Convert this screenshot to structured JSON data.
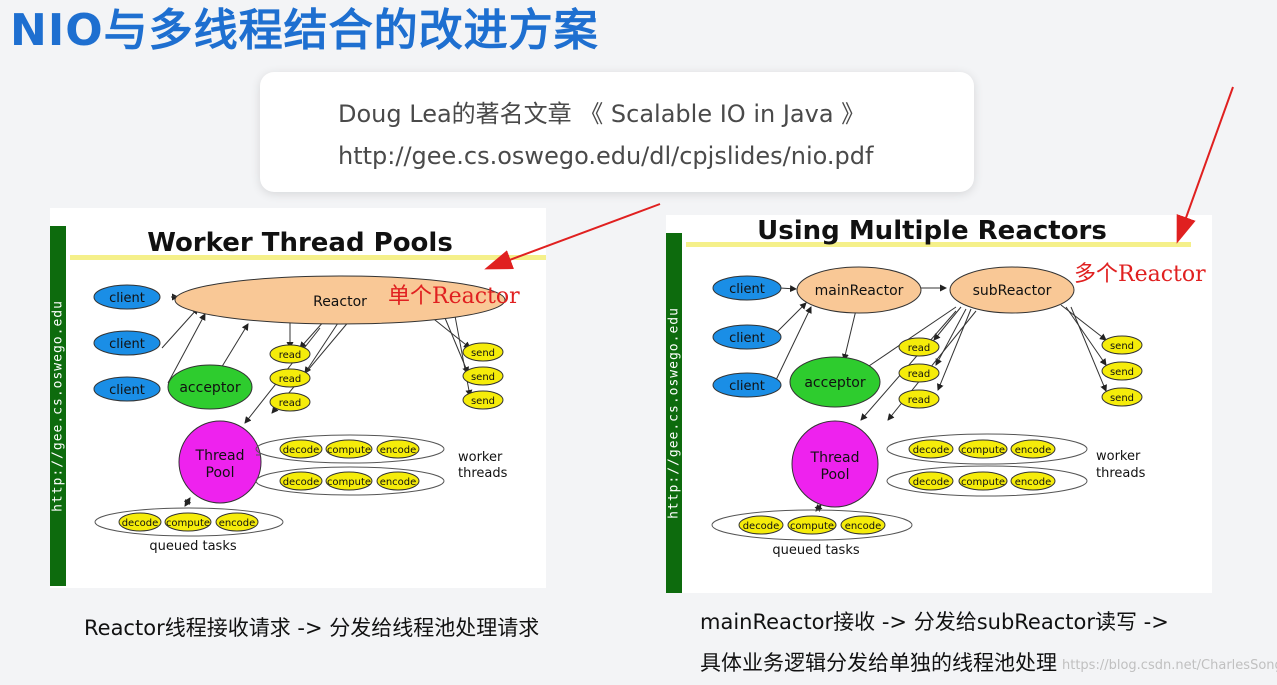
{
  "title": "NIO与多线程结合的改进方案",
  "reference": {
    "line1": "Doug Lea的著名文章 《 Scalable IO in Java 》",
    "line2": "http://gee.cs.oswego.edu/dl/cpjslides/nio.pdf"
  },
  "left_diagram": {
    "title": "Worker Thread Pools",
    "side_text": "http://gee.cs.oswego.edu",
    "clients": [
      "client",
      "client",
      "client"
    ],
    "reactor": "Reactor",
    "acceptor": "acceptor",
    "reads": [
      "read",
      "read",
      "read"
    ],
    "sends": [
      "send",
      "send",
      "send"
    ],
    "pool_line1": "Thread",
    "pool_line2": "Pool",
    "tasks": [
      "decode",
      "compute",
      "encode"
    ],
    "worker_line1": "worker",
    "worker_line2": "threads",
    "queued": "queued tasks"
  },
  "right_diagram": {
    "title": "Using Multiple Reactors",
    "side_text": "http://gee.cs.oswego.edu",
    "clients": [
      "client",
      "client",
      "client"
    ],
    "main_reactor": "mainReactor",
    "sub_reactor": "subReactor",
    "acceptor": "acceptor",
    "reads": [
      "read",
      "read",
      "read"
    ],
    "sends": [
      "send",
      "send",
      "send"
    ],
    "pool_line1": "Thread",
    "pool_line2": "Pool",
    "tasks": [
      "decode",
      "compute",
      "encode"
    ],
    "worker_line1": "worker",
    "worker_line2": "threads",
    "queued": "queued tasks"
  },
  "annotations": {
    "single": "单个Reactor",
    "multi": "多个Reactor"
  },
  "captions": {
    "left": "Reactor线程接收请求 -> 分发给线程池处理请求",
    "right_line1": "mainReactor接收 -> 分发给subReactor读写 ->",
    "right_line2": "具体业务逻辑分发给单独的线程池处理"
  },
  "watermark": "https://blog.csdn.net/CharlesSongHappy",
  "colors": {
    "title": "#1e6fd0",
    "client": "#1a8ee6",
    "reactor": "#f9c896",
    "acceptor": "#2ecc2e",
    "pool": "#ee22ee",
    "task": "#f5ec0a",
    "underline": "#f5f08a",
    "side_bar": "#0d6b0d",
    "annotation": "#e02020"
  }
}
